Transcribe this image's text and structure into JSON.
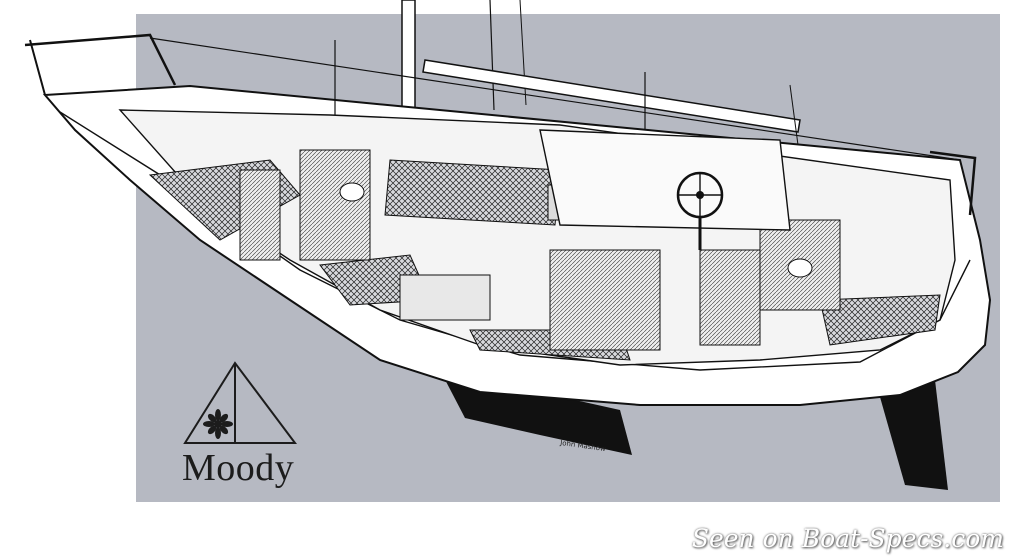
{
  "brand": {
    "name": "Moody",
    "logo_icon": "triangle-sail-flower-logo"
  },
  "artist_signature": "John Mashow",
  "watermark": "Seen on Boat-Specs.com",
  "colors": {
    "panel": "#b6b9c2",
    "ink": "#1c1c1c",
    "hull": "#ffffff",
    "keel": "#111111"
  }
}
